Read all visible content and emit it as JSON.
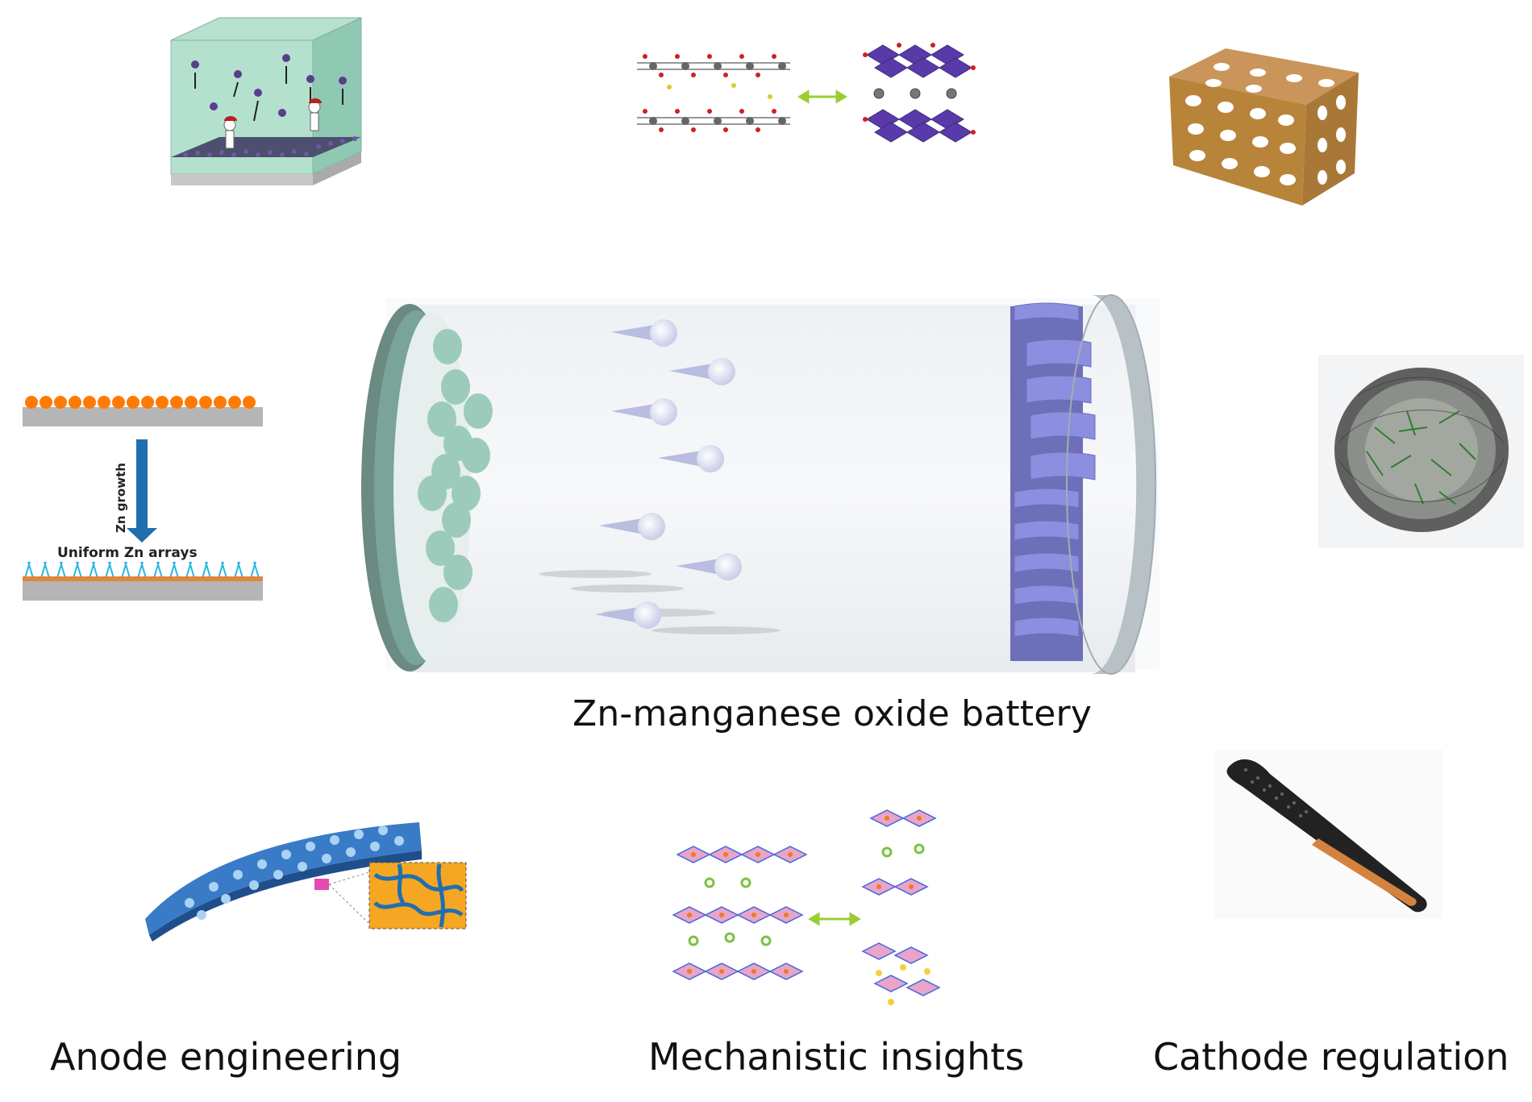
{
  "figure": {
    "center_label": "Zn-manganese oxide battery",
    "left_panel": {
      "growth_text": "Zn growth",
      "array_text": "Uniform Zn arrays"
    },
    "bottom_labels": {
      "anode": "Anode engineering",
      "mechanism": "Mechanistic insights",
      "cathode": "Cathode regulation"
    },
    "colors": {
      "arrow_blue": "#1f6fb0",
      "anode_teal": "#7aa39a",
      "cathode_purple": "#8c8fe0",
      "arrow_green": "#9acd32",
      "foam_brown": "#b8843a"
    }
  }
}
